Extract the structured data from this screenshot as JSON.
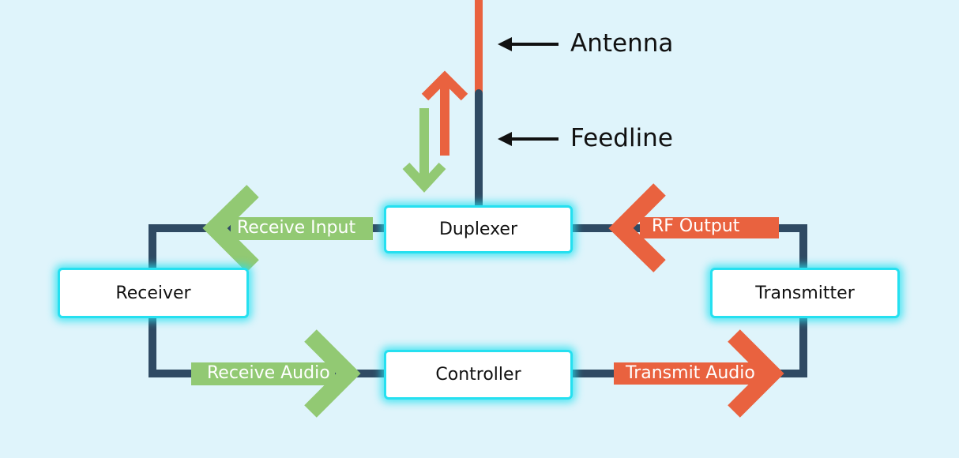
{
  "diagram": {
    "nodes": {
      "duplexer": "Duplexer",
      "receiver": "Receiver",
      "transmitter": "Transmitter",
      "controller": "Controller"
    },
    "edges": {
      "receive_input": "Receive Input",
      "rf_output": "RF Output",
      "receive_audio": "Receive Audio",
      "transmit_audio": "Transmit Audio"
    },
    "callouts": {
      "antenna": "Antenna",
      "feedline": "Feedline"
    }
  },
  "colors": {
    "background": "#dff4fb",
    "wire": "#2f4a63",
    "receive": "#92c973",
    "transmit": "#e9623f",
    "box_glow": "#25e0f0",
    "callout_arrow": "#111111"
  }
}
